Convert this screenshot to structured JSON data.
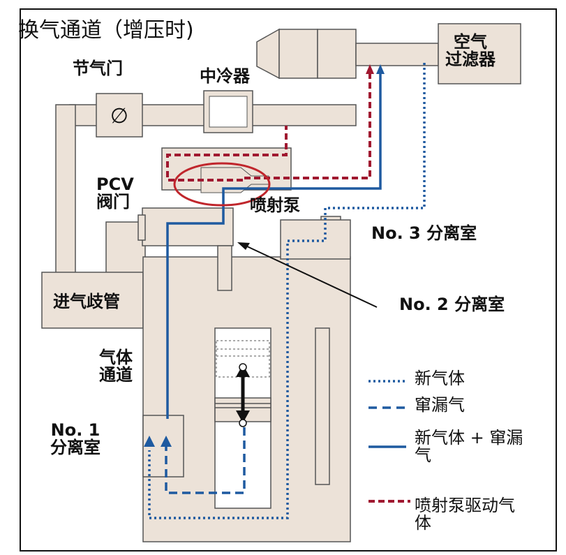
{
  "title": "换气通道（增压时)",
  "labels": {
    "throttle": "节气门",
    "intercooler": "中冷器",
    "air_filter": "空气\n过滤器",
    "pcv_valve": "PCV\n阀门",
    "ejector": "喷射泵",
    "chamber3": "No. 3 分离室",
    "chamber2": "No. 2 分离室",
    "intake_manifold": "进气歧管",
    "gas_passage": "气体\n通道",
    "chamber1": "No. 1\n分离室"
  },
  "legend": [
    {
      "style": "dotted",
      "color": "#1e5aa0",
      "text": "新气体"
    },
    {
      "style": "dashed",
      "color": "#1e5aa0",
      "text": "窜漏气"
    },
    {
      "style": "solid",
      "color": "#1e5aa0",
      "text": "新气体 + 窜漏\n气"
    },
    {
      "style": "dashed-red",
      "color": "#a01830",
      "text": "喷射泵驱动气\n体"
    }
  ],
  "colors": {
    "pipe": "#ece2d8",
    "pipe_outline": "#555555",
    "blue": "#1e5aa0",
    "red": "#a01830",
    "highlight": "#c0262c"
  }
}
